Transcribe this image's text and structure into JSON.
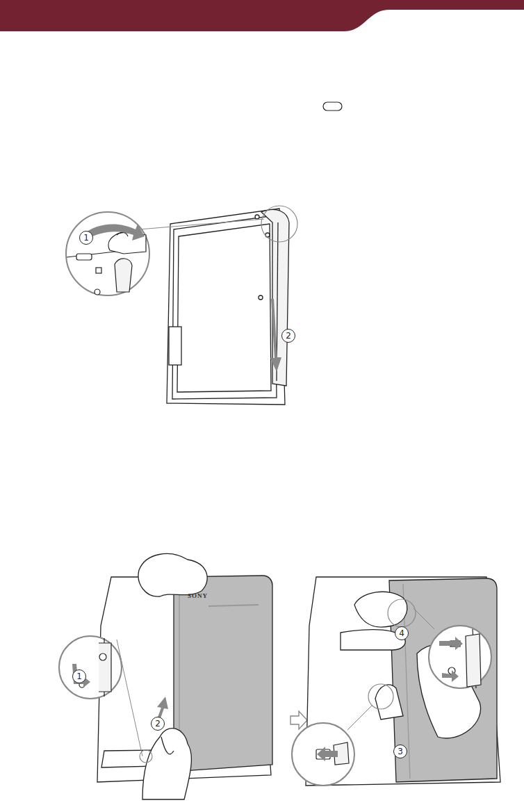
{
  "diagram": {
    "labels": [
      "1",
      "2",
      "1",
      "2",
      "SONY",
      "4",
      "3"
    ]
  }
}
